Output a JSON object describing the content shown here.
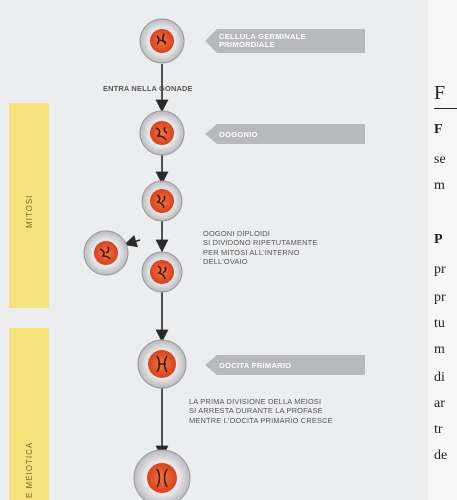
{
  "bands": {
    "mitosi": "MITOSI",
    "meiotica": "E MEIOTICA"
  },
  "labels": {
    "germinale": [
      "CELLULA GERMINALE",
      "PRIMORDIALE"
    ],
    "entra": "ENTRA NELLA GONADE",
    "oogonio": "OOGONIO",
    "oogoni_diploidi": [
      "OOGONI DIPLOIDI",
      "SI DIVIDONO RIPETUTAMENTE",
      "PER MITOSI ALL'INTERNO",
      "DELL'OVAIO"
    ],
    "oocita": "OOCITA PRIMARIO",
    "meiosi": [
      "LA PRIMA DIVISIONE DELLA MEIOSI",
      "SI ARRESTA DURANTE LA PROFASE",
      "MENTRE L'OOCITA PRIMARIO CRESCE"
    ]
  },
  "right_text": {
    "title": "F",
    "l1": "F",
    "l2": "se",
    "l3": "m",
    "l4": "P",
    "l5": "pr",
    "l6": "pr",
    "l7": "tu",
    "l8": "m",
    "l9": "di",
    "l10": "ar",
    "l11": "tr",
    "l12": "de"
  },
  "colors": {
    "band": "#f6e27a",
    "cell_outer": "#c9c9cc",
    "nucleus": "#e4502a",
    "tag": "#b8b9bd"
  }
}
